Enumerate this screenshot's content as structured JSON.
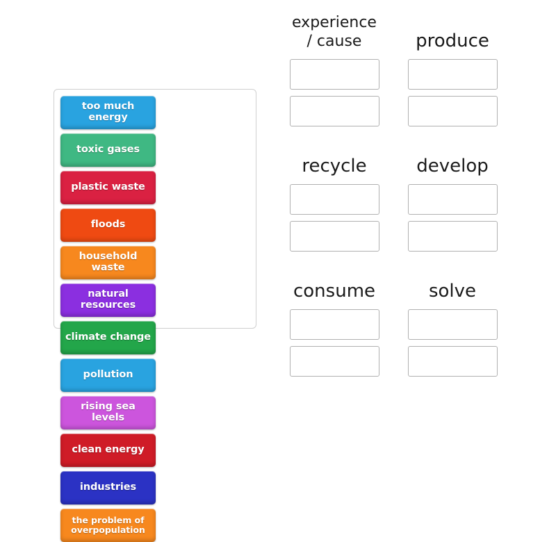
{
  "tray": {
    "name": "draggable-word-tiles",
    "tiles": [
      {
        "label": "too much energy",
        "color": "#29a3e0",
        "small": false
      },
      {
        "label": "toxic gases",
        "color": "#3fb883",
        "small": false
      },
      {
        "label": "plastic waste",
        "color": "#da2142",
        "small": false
      },
      {
        "label": "floods",
        "color": "#ef4a12",
        "small": false
      },
      {
        "label": "household waste",
        "color": "#f7881e",
        "small": false
      },
      {
        "label": "natural resources",
        "color": "#8b2fe0",
        "small": false
      },
      {
        "label": "climate change",
        "color": "#23a64a",
        "small": false
      },
      {
        "label": "pollution",
        "color": "#29a3e0",
        "small": false
      },
      {
        "label": "rising sea levels",
        "color": "#cc55dd",
        "small": false
      },
      {
        "label": "clean energy",
        "color": "#cf1c27",
        "small": false
      },
      {
        "label": "industries",
        "color": "#2b32c4",
        "small": false
      },
      {
        "label": "the problem of overpopulation",
        "color": "#f7881e",
        "small": true
      }
    ]
  },
  "categories": [
    {
      "title": "experience\n/ cause",
      "two_line": true,
      "slots": [
        "",
        ""
      ]
    },
    {
      "title": "produce",
      "two_line": false,
      "slots": [
        "",
        ""
      ]
    },
    {
      "title": "recycle",
      "two_line": false,
      "slots": [
        "",
        ""
      ]
    },
    {
      "title": "develop",
      "two_line": false,
      "slots": [
        "",
        ""
      ]
    },
    {
      "title": "consume",
      "two_line": false,
      "slots": [
        "",
        ""
      ]
    },
    {
      "title": "solve",
      "two_line": false,
      "slots": [
        "",
        ""
      ]
    }
  ]
}
